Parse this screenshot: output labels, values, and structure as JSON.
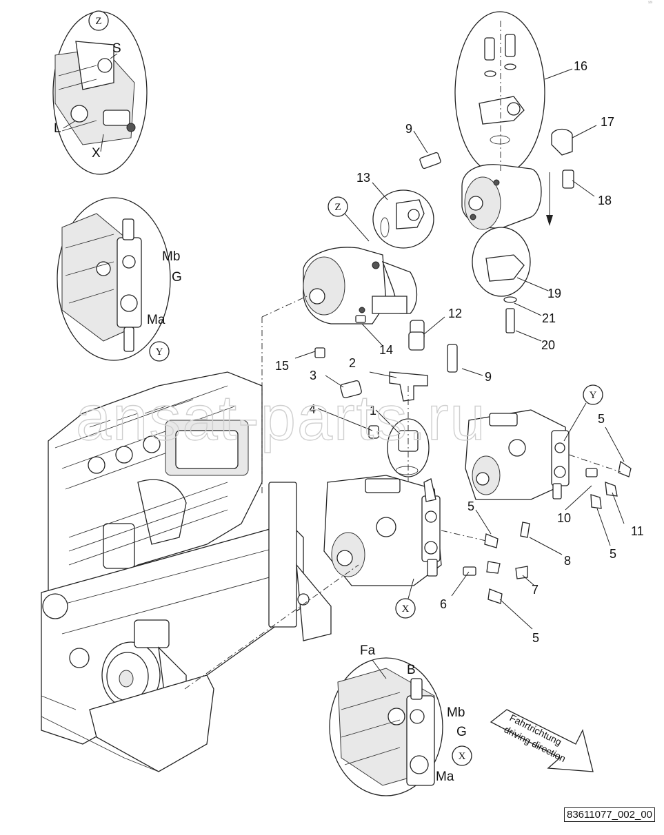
{
  "document_code": "83611077_002_00",
  "corner_mark": "¹²³ ",
  "watermark": "ansat-parts.ru",
  "callouts": {
    "c1": "1",
    "c2": "2",
    "c3": "3",
    "c4": "4",
    "c5a": "5",
    "c5b": "5",
    "c5c": "5",
    "c5d": "5",
    "c6": "6",
    "c7": "7",
    "c8": "8",
    "c9a": "9",
    "c9b": "9",
    "c10": "10",
    "c11": "11",
    "c12": "12",
    "c13": "13",
    "c14": "14",
    "c15": "15",
    "c16": "16",
    "c17": "17",
    "c18": "18",
    "c19": "19",
    "c20": "20",
    "c21": "21"
  },
  "detail_markers": {
    "z_top": "Z",
    "z_pump": "Z",
    "y_detail": "Y",
    "y_pump": "Y",
    "x_pump": "X",
    "x_detail": "X"
  },
  "port_labels": {
    "z_s": "S",
    "z_l": "L",
    "z_x": "X",
    "y_mb": "Mb",
    "y_g": "G",
    "y_ma": "Ma",
    "x_fa": "Fa",
    "x_b": "B",
    "x_mb": "Mb",
    "x_g": "G",
    "x_ma": "Ma"
  },
  "direction": {
    "line1": "Fahrtrichtung",
    "line2": "driving direction"
  }
}
